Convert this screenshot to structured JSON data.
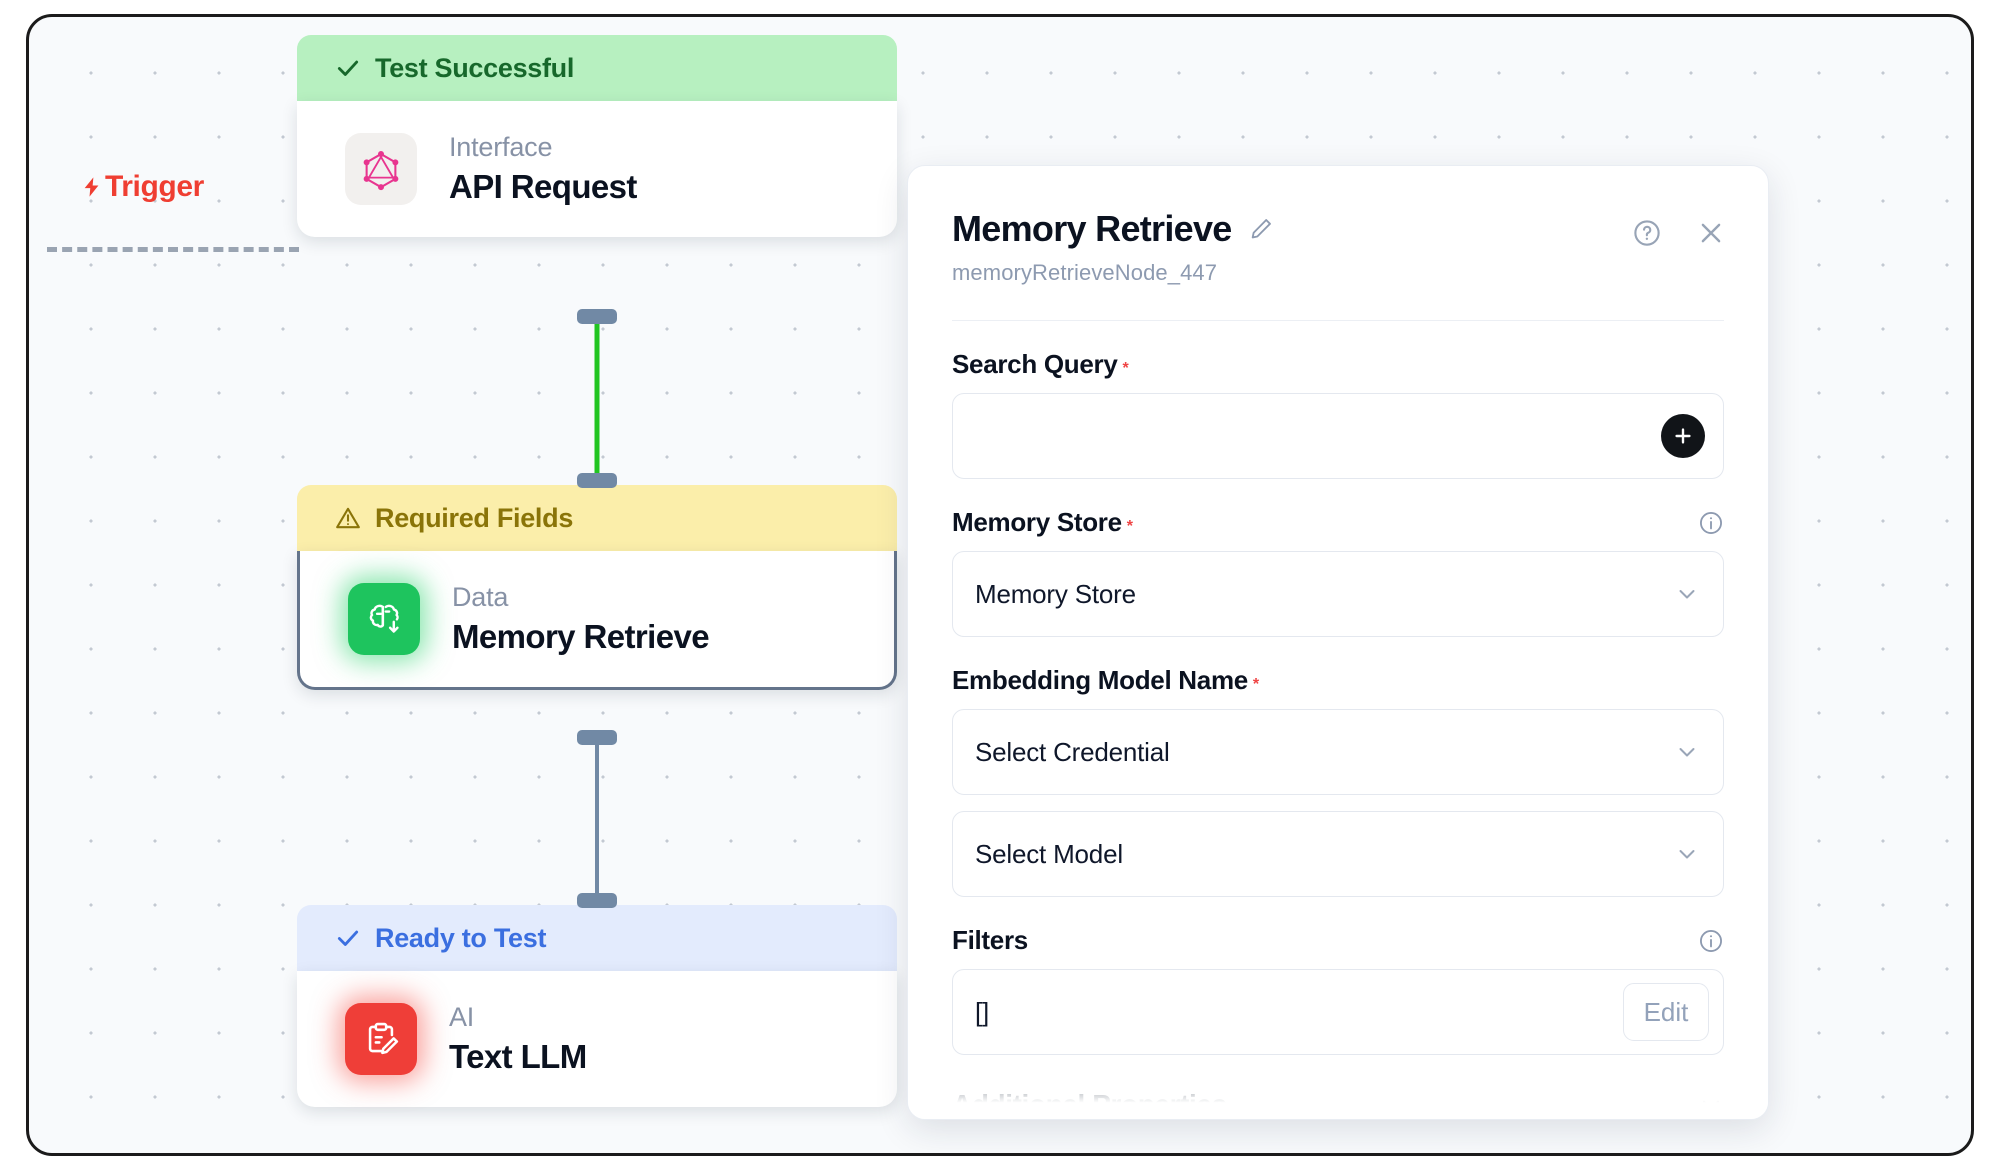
{
  "canvas": {
    "trigger": {
      "label": "Trigger",
      "icon": "lightning-bolt-icon",
      "color": "#ef3e32"
    },
    "nodes": [
      {
        "status_label": "Test Successful",
        "status_icon": "check-icon",
        "status_type": "success",
        "category": "Interface",
        "title": "API Request",
        "icon": "graphql-icon"
      },
      {
        "status_label": "Required Fields",
        "status_icon": "warning-triangle-icon",
        "status_type": "warning",
        "category": "Data",
        "title": "Memory Retrieve",
        "icon": "brain-download-icon"
      },
      {
        "status_label": "Ready to Test",
        "status_icon": "check-icon",
        "status_type": "info",
        "category": "AI",
        "title": "Text LLM",
        "icon": "clipboard-pencil-icon"
      }
    ],
    "edges": [
      {
        "from": "API Request",
        "to": "Memory Retrieve",
        "color": "#21c521"
      },
      {
        "from": "Memory Retrieve",
        "to": "Text LLM",
        "color": "#7189a5"
      }
    ]
  },
  "panel": {
    "title": "Memory Retrieve",
    "edit_icon": "pencil-icon",
    "subtitle": "memoryRetrieveNode_447",
    "help_icon": "help-circle-icon",
    "close_icon": "close-icon",
    "fields": {
      "search_query": {
        "label": "Search Query",
        "required": true,
        "value": "",
        "placeholder": "",
        "add_icon": "plus-icon"
      },
      "memory_store": {
        "label": "Memory Store",
        "required": true,
        "value": "Memory Store",
        "info_icon": "info-circle-icon",
        "chevron_icon": "chevron-down-icon"
      },
      "embedding_model_name": {
        "label": "Embedding Model Name",
        "required": true,
        "credential_value": "Select Credential",
        "model_value": "Select Model",
        "chevron_icon": "chevron-down-icon"
      },
      "filters": {
        "label": "Filters",
        "required": false,
        "value": "[]",
        "info_icon": "info-circle-icon",
        "edit_label": "Edit"
      }
    },
    "additional_properties": {
      "label": "Additional Properties",
      "chevron_icon": "chevron-down-icon"
    }
  }
}
